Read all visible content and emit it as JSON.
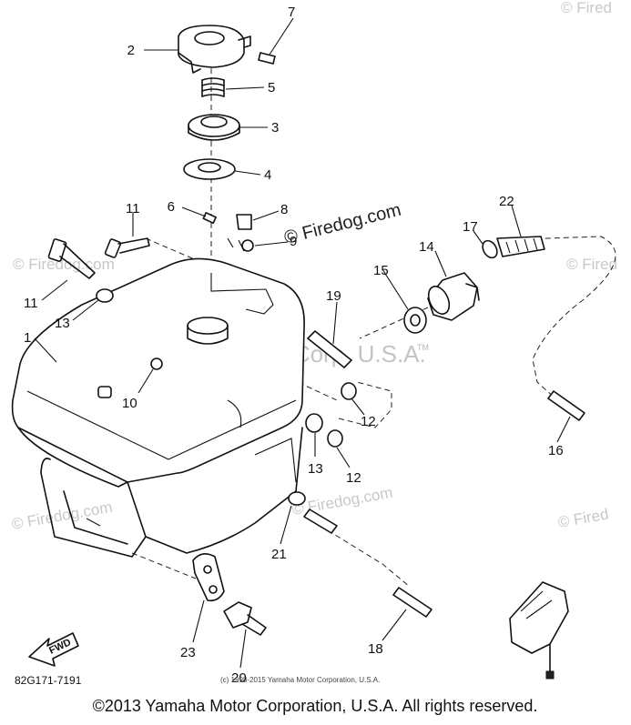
{
  "diagram": {
    "watermarks": {
      "firedog": "© Firedog.com",
      "firedog_short_left": "© Firedog.com",
      "firedog_short_right": "© Fired",
      "yamaha": "Yamaha Motor Corp, U.S.A.",
      "tm": "TM"
    },
    "part_numbers": [
      "1",
      "2",
      "3",
      "4",
      "5",
      "6",
      "7",
      "8",
      "9",
      "10",
      "11",
      "11",
      "12",
      "12",
      "13",
      "13",
      "14",
      "15",
      "16",
      "17",
      "18",
      "19",
      "20",
      "21",
      "22",
      "23"
    ],
    "fwd_label": "FWD",
    "drawing_code": "82G171-7191",
    "small_copyright": "(c) 1998-2015 Yamaha Motor Corporation, U.S.A.",
    "copyright": "©2013 Yamaha Motor Corporation, U.S.A. All rights reserved."
  }
}
